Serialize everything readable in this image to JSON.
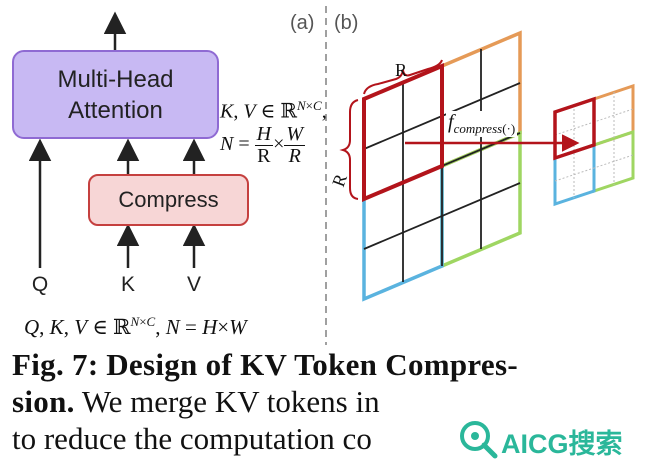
{
  "panel_a": {
    "label": "(a)",
    "attention_box": "Multi-Head\nAttention",
    "compress_box": "Compress",
    "inputs": [
      "Q",
      "K",
      "V"
    ],
    "formula_bottom": "Q, K, V ∈ ℝ^(N×C), N = H×W",
    "formula_right_line1": "K, V ∈ ℝ^(N×C),",
    "formula_right_line2": "N = H/R × W/R"
  },
  "panel_b": {
    "label": "(b)",
    "size_label_top": "R",
    "size_label_side": "R",
    "function_label": "f_compress(·)"
  },
  "caption": {
    "fig_label": "Fig. 7:",
    "title": "Design of KV Token Compres-",
    "line2_bold": "sion.",
    "line2_rest": "We merge KV tokens in",
    "line3": "to reduce the computation co"
  },
  "watermark": {
    "text": "AICG搜索"
  },
  "colors": {
    "attention_fill": "#c8b9f3",
    "attention_border": "#8f6ad3",
    "compress_fill": "#f7d6d6",
    "compress_border": "#c5403f",
    "quad_orange": "#e59a57",
    "quad_green": "#9fd662",
    "quad_blue": "#5ab3df",
    "highlight_red": "#b3141b",
    "watermark_green": "#2ab79a"
  },
  "icons": [
    "arrow-up-icon",
    "magnifier-icon"
  ]
}
